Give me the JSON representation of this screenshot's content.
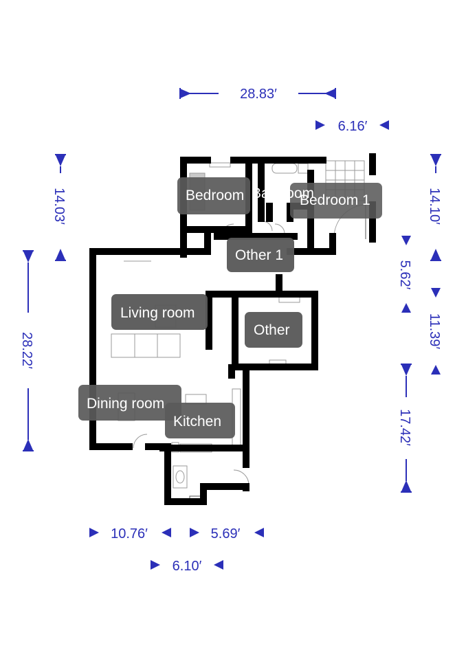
{
  "colors": {
    "dimension": "#2b2fb8",
    "wall": "#000000",
    "label_bg": "#5a5a5a",
    "label_text": "#ffffff"
  },
  "rooms": {
    "bedroom": "Bedroom",
    "bathroom": "Bathroom",
    "bedroom_1": "Bedroom 1",
    "other_1": "Other 1",
    "living_room": "Living room",
    "other": "Other",
    "dining_room": "Dining room",
    "kitchen": "Kitchen"
  },
  "dimensions": {
    "top_overall": "28.83′",
    "top_right": "6.16′",
    "left_upper": "14.03′",
    "left_overall": "28.22′",
    "right_upper": "14.10′",
    "right_mid_inner": "5.62′",
    "right_mid_outer": "11.39′",
    "right_lower": "17.42′",
    "bottom_left": "10.76′",
    "bottom_mid": "5.69′",
    "bottom_lower": "6.10′"
  }
}
